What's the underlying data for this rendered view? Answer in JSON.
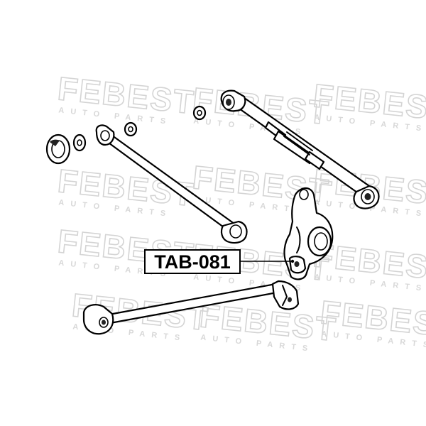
{
  "watermark": {
    "brand": "FEBEST",
    "subtitle": "AUTO PARTS"
  },
  "callout": {
    "part_number": "TAB-081"
  }
}
